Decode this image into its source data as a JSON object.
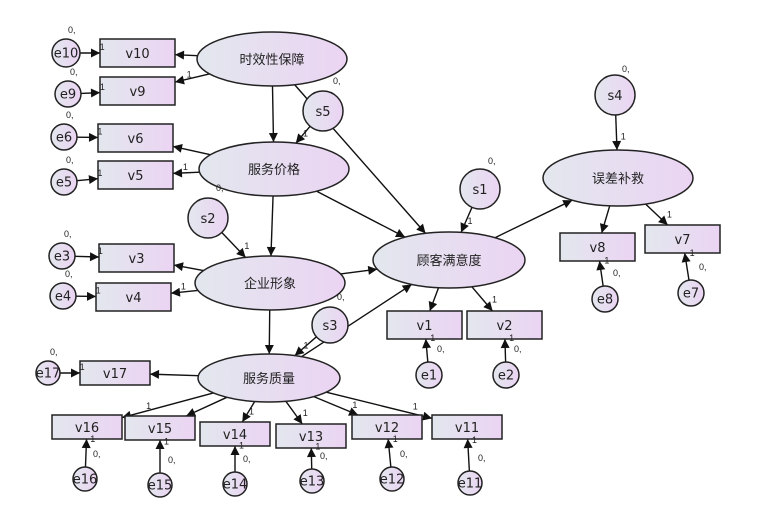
{
  "diagram": {
    "title": "SEM path diagram",
    "colors": {
      "fill_start": "#e2e6ee",
      "fill_end": "#ecd5f2",
      "stroke": "#222222"
    },
    "latents": [
      {
        "id": "L_time",
        "label": "时效性保障"
      },
      {
        "id": "L_price",
        "label": "服务价格"
      },
      {
        "id": "L_image",
        "label": "企业形象"
      },
      {
        "id": "L_quality",
        "label": "服务质量"
      },
      {
        "id": "L_satis",
        "label": "顾客满意度"
      },
      {
        "id": "L_remedy",
        "label": "误差补救"
      }
    ],
    "observed": [
      "v1",
      "v2",
      "v3",
      "v4",
      "v5",
      "v6",
      "v7",
      "v8",
      "v9",
      "v10",
      "v11",
      "v12",
      "v13",
      "v14",
      "v15",
      "v16",
      "v17"
    ],
    "errors": [
      "e1",
      "e2",
      "e3",
      "e4",
      "e5",
      "e6",
      "e7",
      "e8",
      "e9",
      "e10",
      "e11",
      "e12",
      "e13",
      "e14",
      "e15",
      "e16",
      "e17"
    ],
    "disturbances": [
      "s1",
      "s2",
      "s3",
      "s4",
      "s5"
    ],
    "path_label_one": "1",
    "variance_label": "0,"
  }
}
